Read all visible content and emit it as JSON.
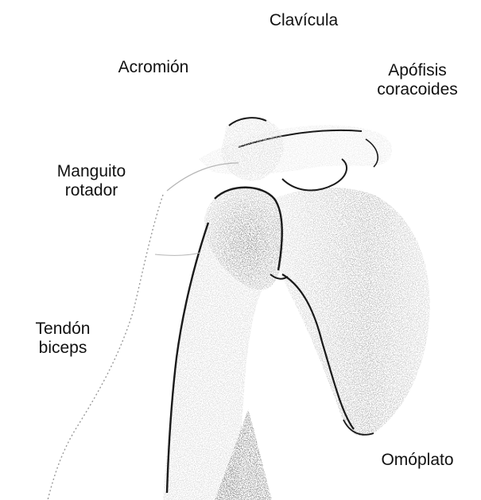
{
  "figure": {
    "labels": {
      "clavicula": "Clavícula",
      "acromion": "Acromión",
      "apofisis": "Apófisis\ncoracoides",
      "manguito": "Manguito\nrotador",
      "tendon": "Tendón\nbiceps",
      "omoplato": "Omóplato"
    },
    "colors": {
      "ink": "#1a1a1a",
      "shade": "#8a8a8a",
      "light": "#cfcfcf"
    }
  }
}
